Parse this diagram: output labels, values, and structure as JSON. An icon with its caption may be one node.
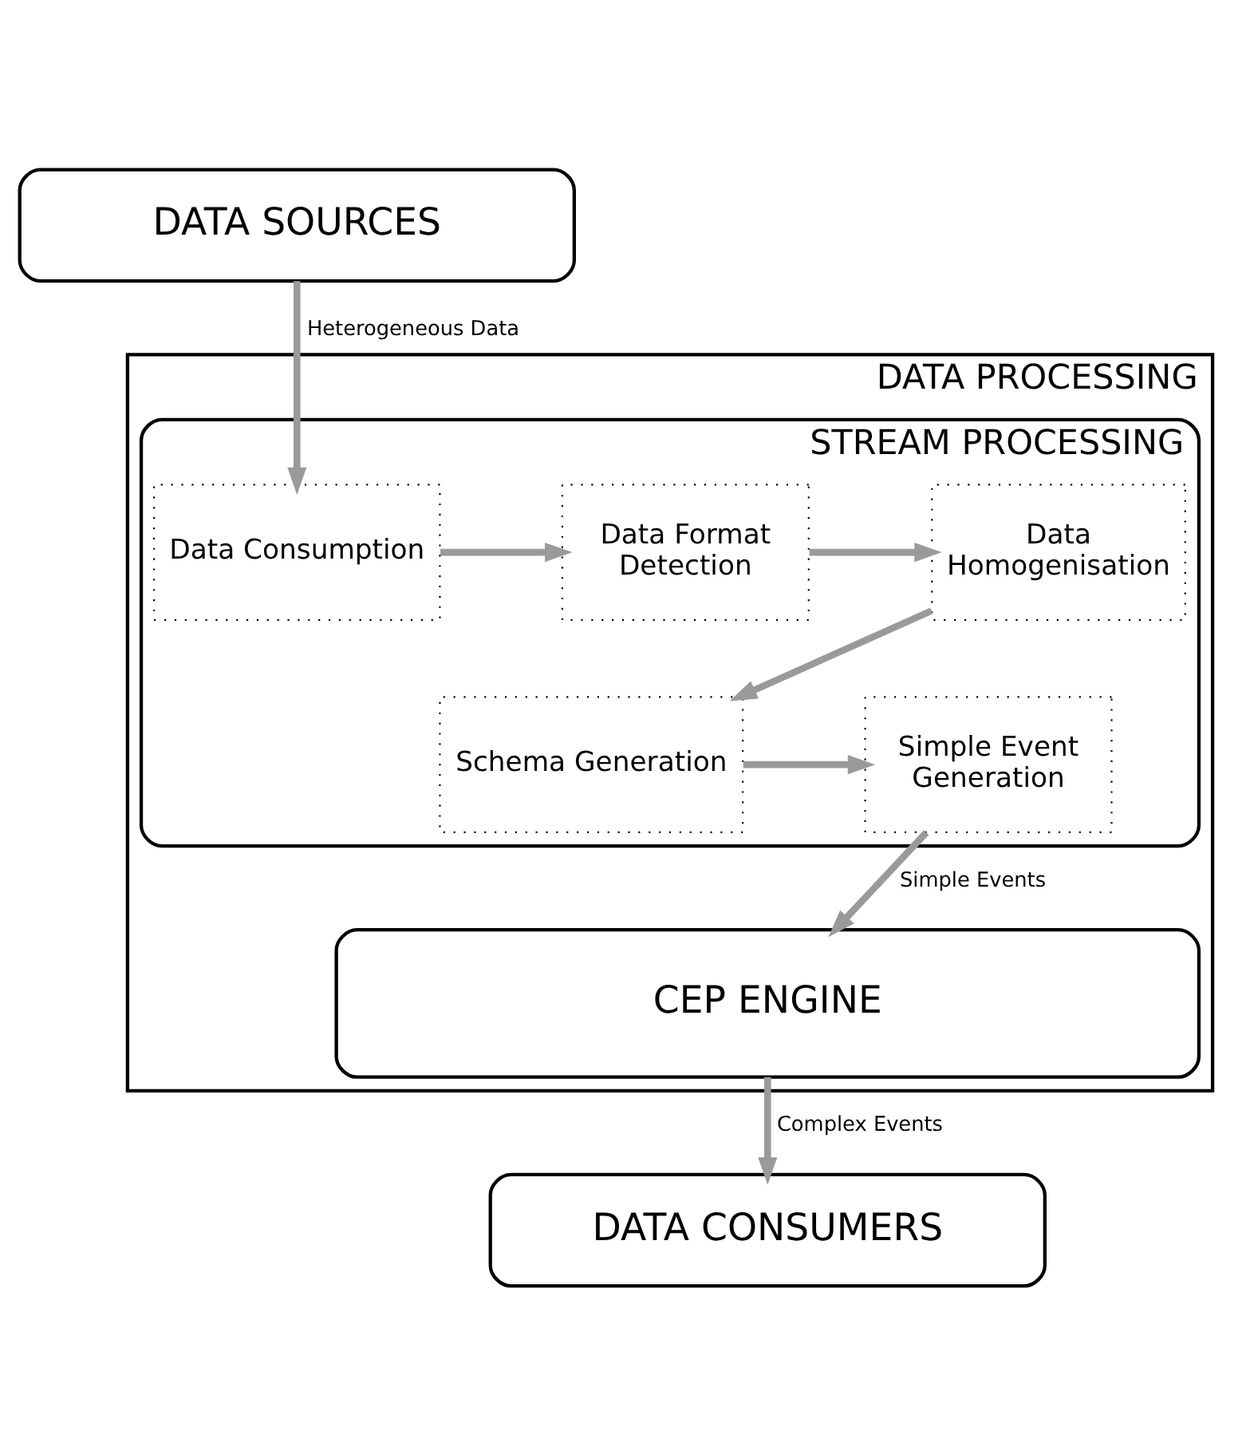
{
  "diagram": {
    "nodes": [
      {
        "text": [
          "DATA SOURCES"
        ]
      },
      {
        "text": [
          "DATA PROCESSING"
        ]
      },
      {
        "text": [
          "STREAM PROCESSING"
        ],
        "in": 1
      },
      {
        "text": [
          "Data Consumption"
        ],
        "in": 2
      },
      {
        "text": [
          "Data Format Detection"
        ],
        "in": 2
      },
      {
        "text": [
          "Data Homogenisation"
        ],
        "in": 2
      },
      {
        "text": [
          "Schema Generation"
        ],
        "in": 2
      },
      {
        "text": [
          "Simple Event Generation"
        ],
        "in": 2
      },
      {
        "text": [
          "CEP ENGINE"
        ],
        "in": 1
      },
      {
        "text": [
          "DATA CONSUMERS"
        ]
      }
    ],
    "edges": [
      {
        "from": 0,
        "to": 3,
        "arrow": "to",
        "label": "Heterogeneous Data"
      },
      {
        "from": 3,
        "to": 4,
        "arrow": "to"
      },
      {
        "from": 4,
        "to": 5,
        "arrow": "to"
      },
      {
        "from": 5,
        "to": 6,
        "arrow": "to"
      },
      {
        "from": 6,
        "to": 7,
        "arrow": "to"
      },
      {
        "from": 7,
        "to": 8,
        "arrow": "to",
        "label": "Simple Events"
      },
      {
        "from": 8,
        "to": 9,
        "arrow": "to",
        "label": "Complex Events"
      }
    ]
  }
}
